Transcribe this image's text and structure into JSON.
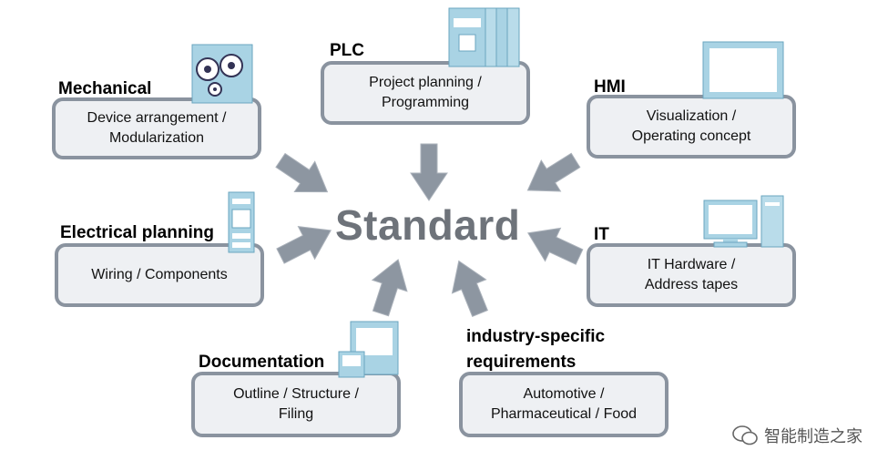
{
  "center": "Standard",
  "nodes": {
    "mechanical": {
      "title": "Mechanical",
      "line1": "Device arrangement /",
      "line2": "Modularization"
    },
    "plc": {
      "title": "PLC",
      "line1": "Project planning /",
      "line2": "Programming"
    },
    "hmi": {
      "title": "HMI",
      "line1": "Visualization /",
      "line2": "Operating concept"
    },
    "electrical": {
      "title": "Electrical planning",
      "line1": "Wiring / Components"
    },
    "it": {
      "title": "IT",
      "line1": "IT Hardware /",
      "line2": "Address tapes"
    },
    "documentation": {
      "title": "Documentation",
      "line1": "Outline / Structure /",
      "line2": "Filing"
    },
    "industry": {
      "title_line1": "industry-specific",
      "title_line2": "requirements",
      "line1": "Automotive /",
      "line2": "Pharmaceutical / Food"
    }
  },
  "watermark": "智能制造之家",
  "icons": [
    "gears-icon",
    "plc-module-icon",
    "hmi-panel-icon",
    "terminal-block-icon",
    "computer-icon",
    "manual-book-icon",
    "wechat-icon"
  ],
  "colors": {
    "box_border": "#8a939f",
    "box_fill": "#eef0f3",
    "arrow": "#8d96a1",
    "center_text": "#6e737a",
    "device": "#a9d3e4"
  }
}
